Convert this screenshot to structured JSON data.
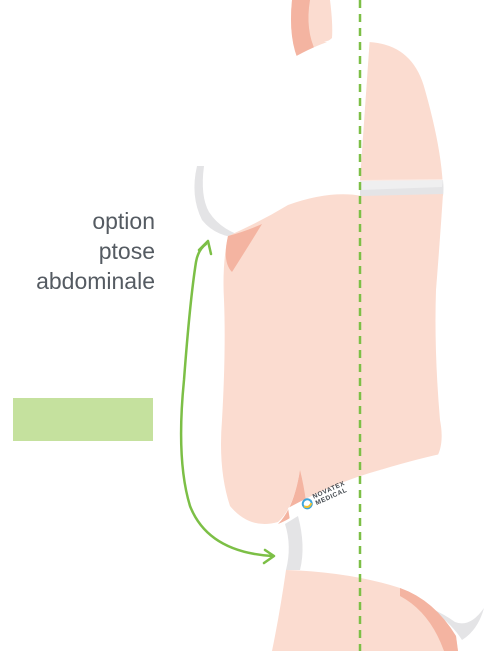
{
  "caption": {
    "line1": "option",
    "line2": "ptose",
    "line3": "abdominale"
  },
  "logo": {
    "line1": "NOVATEX",
    "line2": "MEDICAL"
  },
  "colors": {
    "skin": "#fbdcd0",
    "skin_shadow": "#f4b4a1",
    "garment": "#ffffff",
    "garment_shadow": "#e4e4e6",
    "accent_green": "#7cbf46",
    "swatch": "#c5e19e",
    "text": "#555b62"
  }
}
